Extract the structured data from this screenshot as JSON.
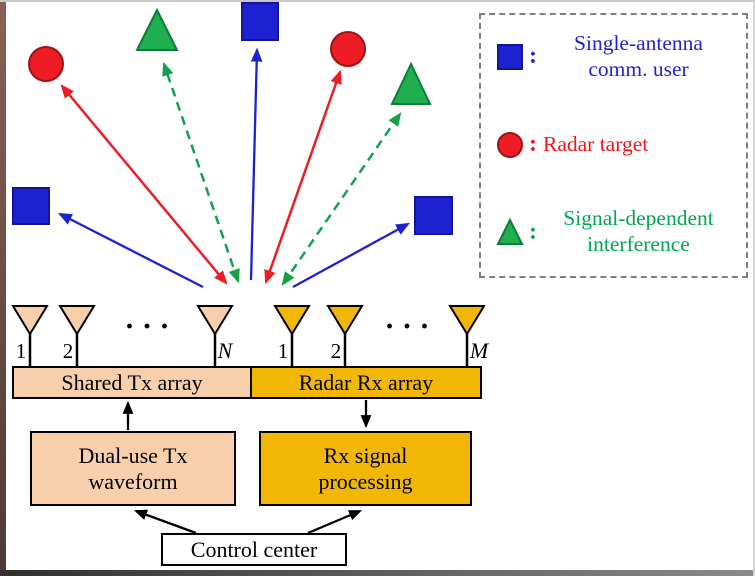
{
  "colors": {
    "comm_blue": "#1c22cf",
    "comm_blue_dark": "#14149a",
    "radar_red": "#ee1c25",
    "radar_red_dark": "#a01016",
    "interf_green": "#1fae50",
    "interf_green_dark": "#0a7d37",
    "tx_peach": "#f8cfab",
    "rx_gold": "#f2b705",
    "legend_blue_text": "#2323cf",
    "legend_red_text": "#f2141c",
    "legend_green_text": "#00a651"
  },
  "legend": {
    "items": [
      {
        "colon": ":",
        "lines": [
          "Single-antenna",
          "comm. user"
        ]
      },
      {
        "colon": ":",
        "lines": [
          "Radar target"
        ]
      },
      {
        "colon": ":",
        "lines": [
          "Signal-dependent",
          "interference"
        ]
      }
    ]
  },
  "tx_array": {
    "box_label": "Shared Tx array",
    "indices": [
      "1",
      "2",
      "· · ·",
      "N"
    ]
  },
  "rx_array": {
    "box_label": "Radar Rx array",
    "indices": [
      "1",
      "2",
      "· · ·",
      "M"
    ]
  },
  "blocks": {
    "tx_waveform": {
      "lines": [
        "Dual-use Tx",
        "waveform"
      ]
    },
    "rx_processing": {
      "lines": [
        "Rx signal",
        "processing"
      ]
    },
    "control_center": {
      "label": "Control center"
    }
  }
}
